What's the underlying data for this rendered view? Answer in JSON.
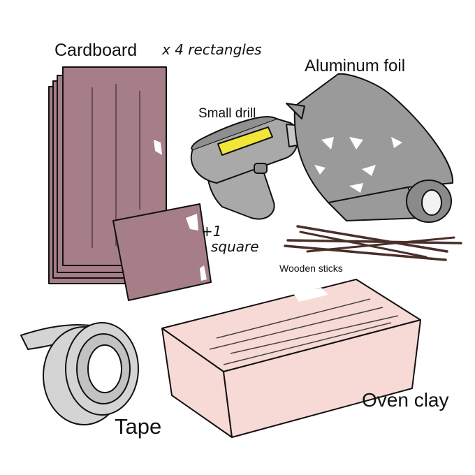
{
  "labels": {
    "cardboard": "Cardboard",
    "rectangles": "x 4 rectangles",
    "aluminum_foil": "Aluminum foil",
    "small_drill": "Small drill",
    "plus_one": "+1",
    "square": "square",
    "wooden_sticks": "Wooden sticks",
    "tape": "Tape",
    "oven_clay": "Oven clay"
  },
  "colors": {
    "cardboard": "#a57e88",
    "drill_body": "#a9a9a9",
    "drill_accent": "#f1e637",
    "foil": "#9a9a9a",
    "sticks": "#4a2e2a",
    "tape": "#d4d4d4",
    "clay": "#f7d9d6",
    "outline": "#111111"
  },
  "icons": [
    "cardboard-stack-icon",
    "cardboard-square-icon",
    "drill-icon",
    "foil-roll-icon",
    "wooden-sticks-icon",
    "tape-roll-icon",
    "oven-clay-icon"
  ]
}
